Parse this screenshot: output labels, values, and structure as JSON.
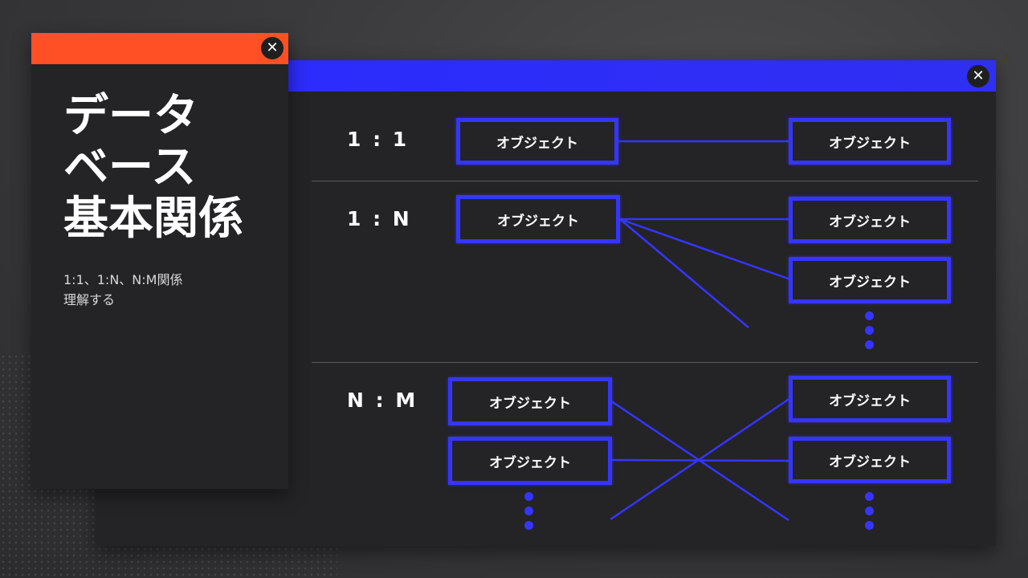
{
  "side_panel": {
    "title": "データ\nベース\n基本関係",
    "subtitle": "1:1、1:N、N:M関係\n理解する",
    "accent": "#ff4f24"
  },
  "main_panel": {
    "accent": "#2b2bff"
  },
  "diagram": {
    "object_label": "オブジェクト",
    "line_color": "#3535ff",
    "sections": [
      {
        "label": "1 : 1"
      },
      {
        "label": "1 : N"
      },
      {
        "label": "N : M"
      }
    ]
  },
  "icons": {
    "close": "close-icon"
  }
}
